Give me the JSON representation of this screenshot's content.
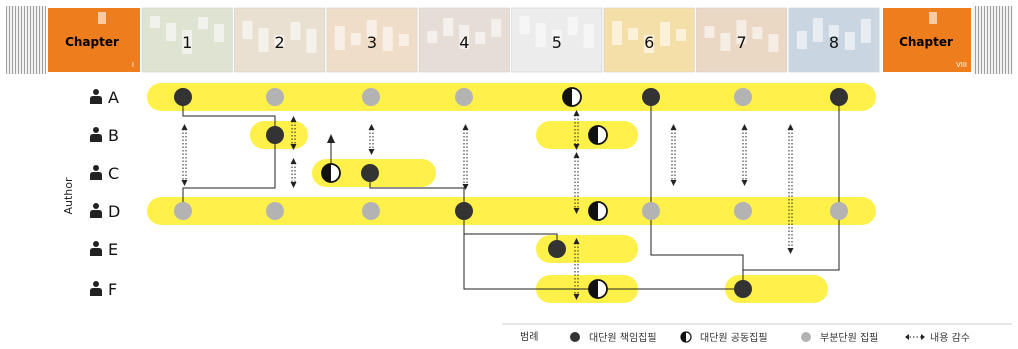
{
  "header": {
    "chapter_left": {
      "label": "Chapter",
      "numeral": "I",
      "color": "#ee7d1e"
    },
    "chapter_right": {
      "label": "Chapter",
      "numeral": "VIII",
      "color": "#ee7d1e"
    },
    "pages": [
      "1",
      "2",
      "3",
      "4",
      "5",
      "6",
      "7",
      "8"
    ]
  },
  "axis_label": "Author",
  "authors": [
    "A",
    "B",
    "C",
    "D",
    "E",
    "F"
  ],
  "colors": {
    "highlight": "#fff04a",
    "lead": "#333333",
    "minor": "#b3b3b3",
    "line": "#222222"
  },
  "markers": [
    {
      "author": "A",
      "col": 1,
      "kind": "lead"
    },
    {
      "author": "A",
      "col": 2,
      "kind": "minor"
    },
    {
      "author": "A",
      "col": 3,
      "kind": "minor"
    },
    {
      "author": "A",
      "col": 4,
      "kind": "minor"
    },
    {
      "author": "A",
      "col": 5,
      "kind": "co"
    },
    {
      "author": "A",
      "col": 6,
      "kind": "lead"
    },
    {
      "author": "A",
      "col": 7,
      "kind": "minor"
    },
    {
      "author": "A",
      "col": 8,
      "kind": "lead"
    },
    {
      "author": "B",
      "col": 2,
      "kind": "lead"
    },
    {
      "author": "B",
      "col": 5,
      "kind": "co"
    },
    {
      "author": "C",
      "col": 3,
      "kind": "co"
    },
    {
      "author": "C",
      "col": 3.1,
      "kind": "lead"
    },
    {
      "author": "D",
      "col": 1,
      "kind": "minor"
    },
    {
      "author": "D",
      "col": 2,
      "kind": "minor"
    },
    {
      "author": "D",
      "col": 3,
      "kind": "minor"
    },
    {
      "author": "D",
      "col": 4,
      "kind": "lead"
    },
    {
      "author": "D",
      "col": 5,
      "kind": "co"
    },
    {
      "author": "D",
      "col": 6,
      "kind": "minor"
    },
    {
      "author": "D",
      "col": 7,
      "kind": "minor"
    },
    {
      "author": "D",
      "col": 8,
      "kind": "minor"
    },
    {
      "author": "E",
      "col": 5,
      "kind": "lead"
    },
    {
      "author": "F",
      "col": 5,
      "kind": "co"
    },
    {
      "author": "F",
      "col": 7,
      "kind": "lead"
    }
  ],
  "legend": {
    "title": "범례",
    "items": [
      {
        "kind": "lead",
        "label": "대단원 책임집필"
      },
      {
        "kind": "co",
        "label": "대단원 공동집필"
      },
      {
        "kind": "minor",
        "label": "부분단원 집필"
      },
      {
        "kind": "review",
        "label": "내용 감수"
      }
    ]
  }
}
